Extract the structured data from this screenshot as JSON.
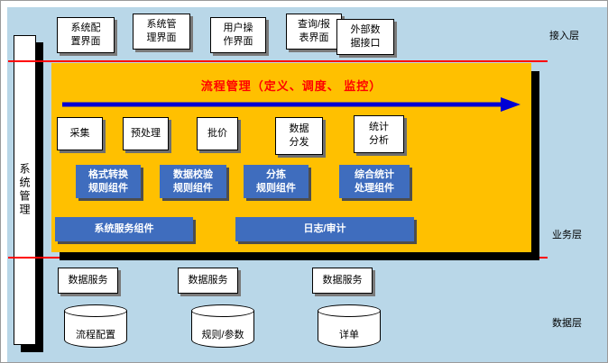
{
  "layer_labels": {
    "access": "接入层",
    "business": "业务层",
    "data": "数据层"
  },
  "left_bar": {
    "label": "系统管理"
  },
  "interface_boxes": [
    {
      "label": "系统配\n置界面"
    },
    {
      "label": "系统管\n理界面"
    },
    {
      "label": "用户操\n作界面"
    },
    {
      "label": "查询/报\n表界面"
    },
    {
      "label": "外部数\n据接口"
    }
  ],
  "process_panel": {
    "title": "流程管理（定义、调度、 监控）",
    "process_boxes": [
      {
        "label": "采集"
      },
      {
        "label": "预处理"
      },
      {
        "label": "批价"
      },
      {
        "label": "数据\n分发"
      },
      {
        "label": "统计\n分析"
      }
    ],
    "rule_boxes": [
      {
        "label": "格式转换\n规则组件"
      },
      {
        "label": "数据校验\n规则组件"
      },
      {
        "label": "分拣\n规则组件"
      },
      {
        "label": "综合统计\n处理组件"
      }
    ],
    "service_boxes": [
      {
        "label": "系统服务组件"
      },
      {
        "label": "日志/审计"
      }
    ]
  },
  "data_layer": {
    "service_boxes": [
      {
        "label": "数据服务"
      },
      {
        "label": "数据服务"
      },
      {
        "label": "数据服务"
      }
    ],
    "databases": [
      {
        "label": "流程配置"
      },
      {
        "label": "规则/参数"
      },
      {
        "label": "详单"
      }
    ]
  },
  "colors": {
    "background": "#b9d7e8",
    "panel_orange": "#ffc000",
    "component_blue": "#3f6dbe",
    "accent_red": "#ff0000",
    "arrow_blue": "#0000d4"
  }
}
